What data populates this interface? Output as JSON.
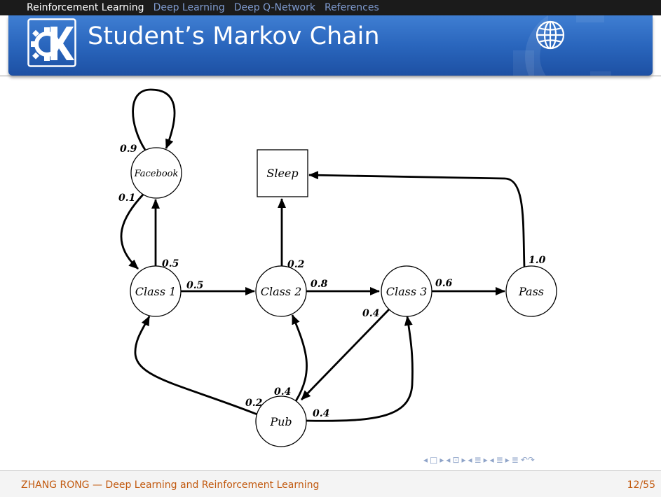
{
  "nav": {
    "sections": [
      "Reinforcement Learning",
      "Deep Learning",
      "Deep Q-Network",
      "References"
    ],
    "active": 0
  },
  "slide": {
    "title": "Student’s Markov Chain"
  },
  "diagram": {
    "nodes": {
      "facebook": "Facebook",
      "sleep": "Sleep",
      "class1": "Class 1",
      "class2": "Class 2",
      "class3": "Class 3",
      "pass": "Pass",
      "pub": "Pub"
    },
    "edges": {
      "facebook_self": "0.9",
      "facebook_class1": "0.1",
      "class1_facebook": "0.5",
      "class1_class2": "0.5",
      "class2_sleep": "0.2",
      "class2_class3": "0.8",
      "class3_pass": "0.6",
      "class3_pub": "0.4",
      "pass_sleep": "1.0",
      "pub_class1": "0.2",
      "pub_class2": "0.4",
      "pub_class3": "0.4"
    }
  },
  "beamer_nav": {
    "symbols": [
      "◂",
      "□",
      "▸",
      "◂",
      "⊡",
      "▸",
      "◂",
      "≣",
      "▸",
      "◂",
      "≣",
      "▸",
      "≣",
      "↶↷"
    ]
  },
  "footer": {
    "left": "ZHANG RONG — Deep Learning and Reinforcement Learning",
    "right": "12/55"
  },
  "colors": {
    "header_blue": "#2a66bd",
    "footer_text": "#c25a10",
    "nav_inactive": "#7f9bd0"
  }
}
